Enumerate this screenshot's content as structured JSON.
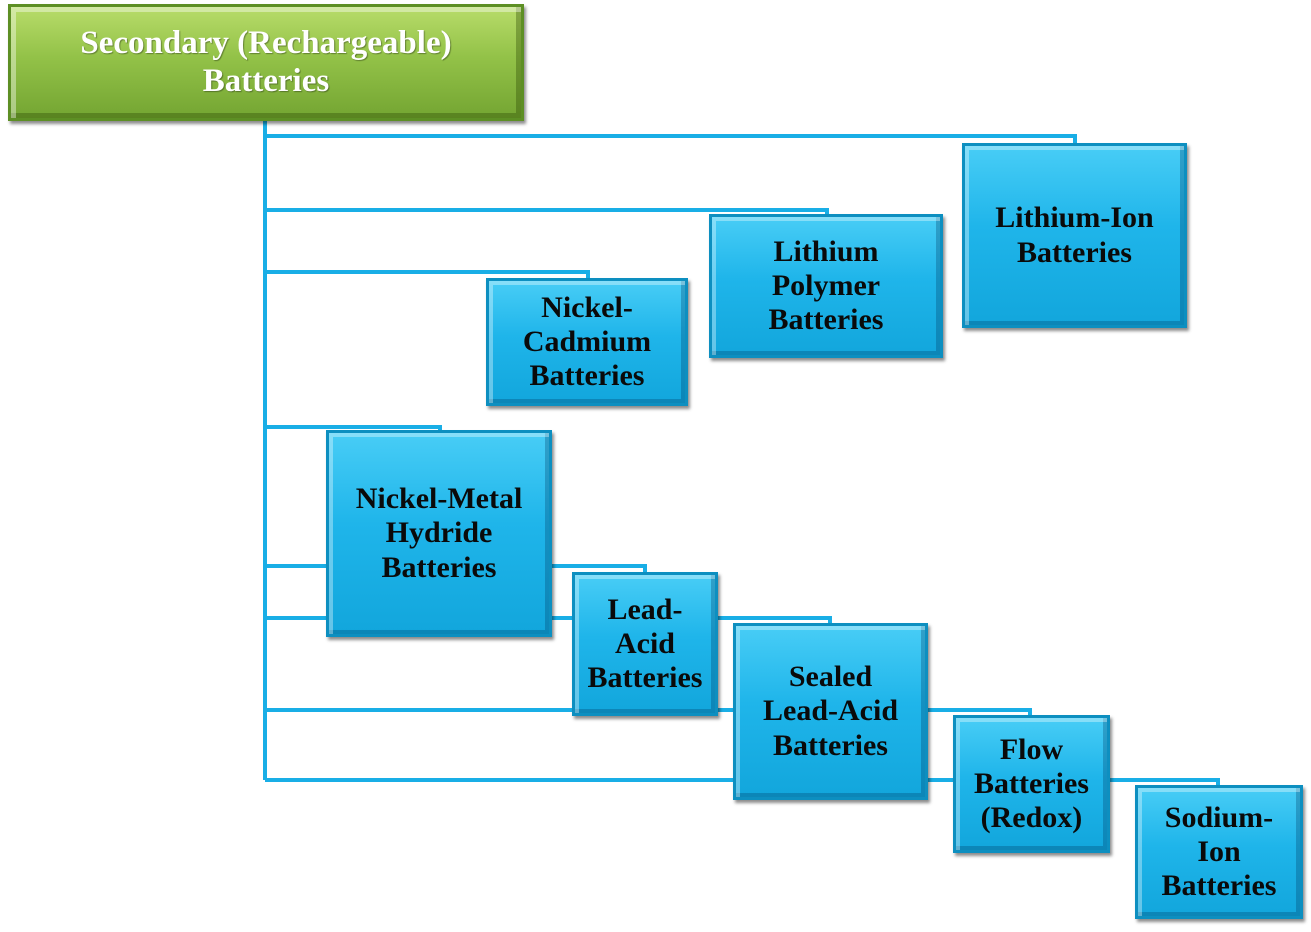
{
  "root": {
    "label": "Secondary (Rechargeable)\nBatteries"
  },
  "categories": [
    {
      "id": "lithium-ion",
      "label": "Lithium-Ion\nBatteries"
    },
    {
      "id": "lithium-polymer",
      "label": "Lithium\nPolymer\nBatteries"
    },
    {
      "id": "nickel-cadmium",
      "label": "Nickel-\nCadmium\nBatteries"
    },
    {
      "id": "nickel-metal-hydride",
      "label": "Nickel-Metal\nHydride\nBatteries"
    },
    {
      "id": "lead-acid",
      "label": "Lead-\nAcid\nBatteries"
    },
    {
      "id": "sealed-lead-acid",
      "label": "Sealed\nLead-Acid\nBatteries"
    },
    {
      "id": "flow",
      "label": "Flow\nBatteries\n(Redox)"
    },
    {
      "id": "sodium-ion",
      "label": "Sodium-\nIon\nBatteries"
    }
  ],
  "colors": {
    "connector": "#19aee6",
    "node_fill": "#1fb5ea",
    "root_fill": "#93c248"
  }
}
